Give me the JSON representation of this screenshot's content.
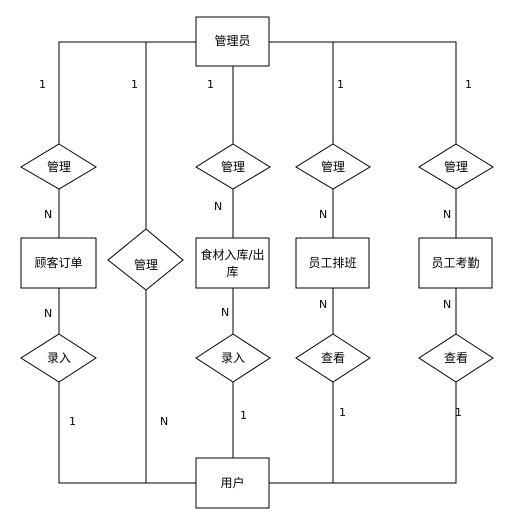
{
  "entities": {
    "admin": "管理员",
    "customer_order": "顾客订单",
    "ingredient_in_out_line1": "食材入库/出",
    "ingredient_in_out_line2": "库",
    "staff_schedule": "员工排班",
    "staff_attendance": "员工考勤",
    "user": "用户"
  },
  "relationships": {
    "manage_1": "管理",
    "manage_2": "管理",
    "manage_3": "管理",
    "manage_4": "管理",
    "manage_5": "管理",
    "enter_1": "录入",
    "enter_2": "录入",
    "view_1": "查看",
    "view_2": "查看"
  },
  "cardinalities": {
    "admin_order": "1",
    "admin_user": "1",
    "admin_ingredient": "1",
    "admin_schedule": "1",
    "admin_attendance": "1",
    "order_manage": "N",
    "ingredient_manage": "N",
    "schedule_manage": "N",
    "attendance_manage": "N",
    "order_enter": "N",
    "ingredient_enter": "N",
    "schedule_view": "N",
    "attendance_view": "N",
    "user_manage": "N",
    "user_order": "1",
    "user_ingredient": "1",
    "user_schedule": "1",
    "user_attendance": "1"
  }
}
